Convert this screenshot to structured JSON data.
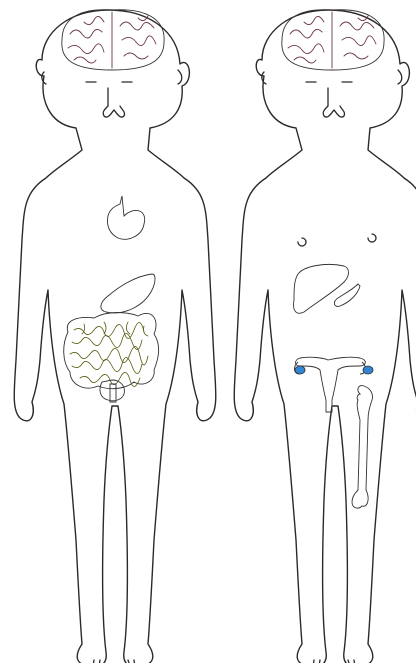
{
  "figures": [
    {
      "id": "left",
      "organs": [
        {
          "name": "brain",
          "color": "#f2c3cb"
        },
        {
          "name": "heart",
          "color": "#e4356c"
        },
        {
          "name": "stomach",
          "color": "#b6c83c"
        },
        {
          "name": "intestines",
          "color": "#e6e62a"
        },
        {
          "name": "bladder",
          "color": "#2f86d3"
        }
      ]
    },
    {
      "id": "right",
      "organs": [
        {
          "name": "brain",
          "color": "#f2c3cb"
        },
        {
          "name": "liver",
          "color": "#a51d44"
        },
        {
          "name": "gallbladder",
          "color": "#a6ba3a"
        },
        {
          "name": "uterus",
          "color": "#a9cfe0"
        },
        {
          "name": "ovaries",
          "color": "#2f86d3"
        },
        {
          "name": "femur-bone",
          "color": "#ffffff"
        }
      ]
    }
  ]
}
